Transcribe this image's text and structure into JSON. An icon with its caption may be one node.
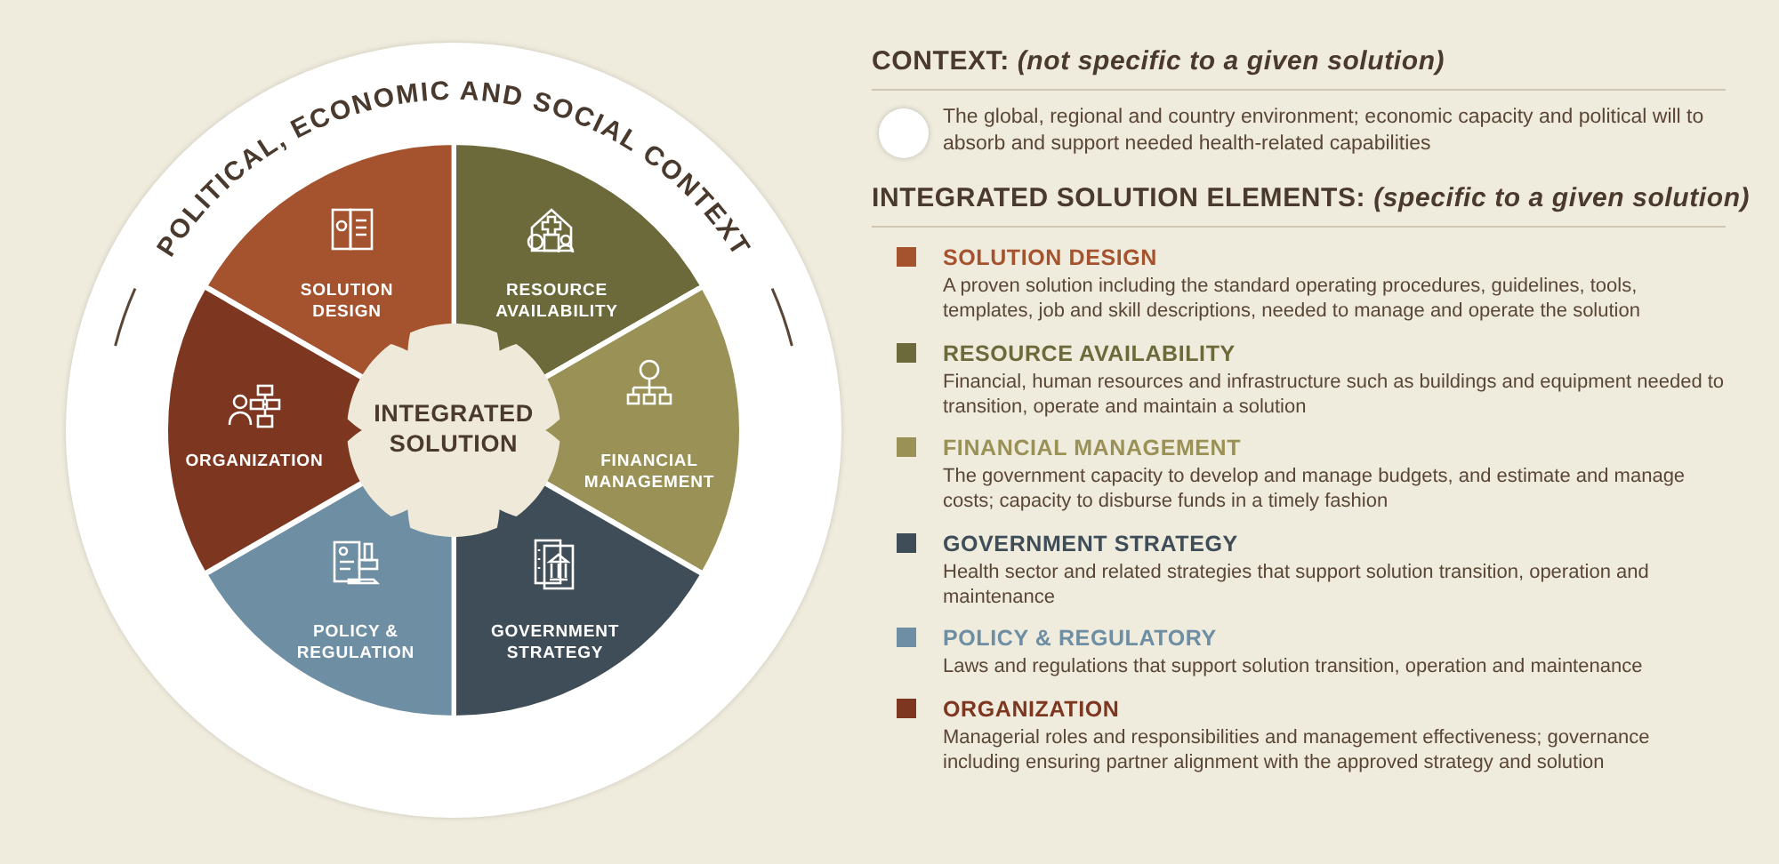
{
  "diagram": {
    "nodes": [
      {
        "text": [
          "POLITICAL, ECONOMIC AND SOCIAL CONTEXT"
        ]
      },
      {
        "text": [
          "SOLUTION DESIGN"
        ],
        "in": 0
      },
      {
        "text": [
          "RESOURCE AVAILABILITY"
        ],
        "in": 0
      },
      {
        "text": [
          "FINANCIAL MANAGEMENT"
        ],
        "in": 0
      },
      {
        "text": [
          "GOVERNMENT STRATEGY"
        ],
        "in": 0
      },
      {
        "text": [
          "POLICY & REGULATION"
        ],
        "in": 0
      },
      {
        "text": [
          "ORGANIZATION"
        ],
        "in": 0
      },
      {
        "text": [
          "INTEGRATED SOLUTION"
        ],
        "in": 0
      }
    ],
    "edges": [],
    "labels": [
      "CONTEXT: *(not specific to a given solution)*",
      "INTEGRATED SOLUTION ELEMENTS: *(specific to a given solution)*",
      "A proven solution including the standard operating procedures, guidelines, tools, templates, job and skill descriptions, needed to manage and operate the solution",
      "Financial, human resources and infrastructure such as buildings and equipment needed to transition, operate and maintain a solution",
      "The government capacity to develop and manage budgets, and estimate and manage costs; capacity to disburse funds in a timely fashion",
      "Health sector and related strategies that support solution transition, operation and maintenance",
      "Laws and regulations that support solution transition, operation and maintenance",
      "Managerial roles and responsibilities and management effectiveness; governance including ensuring partner alignment with the approved strategy and solution"
    ],
    "legend": [
      {
        "text": "The global, regional and country environment; economic capacity and political will to absorb and support needed health-related capabilities",
        "color": "#ffffff"
      },
      {
        "text": "SOLUTION DESIGN",
        "color": "#a5532f"
      },
      {
        "text": "RESOURCE AVAILABILITY",
        "color": "#6c6a3a"
      },
      {
        "text": "FINANCIAL MANAGEMENT",
        "color": "#9a9156"
      },
      {
        "text": "GOVERNMENT STRATEGY",
        "color": "#3e4d58"
      },
      {
        "text": "POLICY & REGULATORY",
        "color": "#6e8ea4"
      },
      {
        "text": "ORGANIZATION",
        "color": "#7d3620"
      }
    ]
  }
}
